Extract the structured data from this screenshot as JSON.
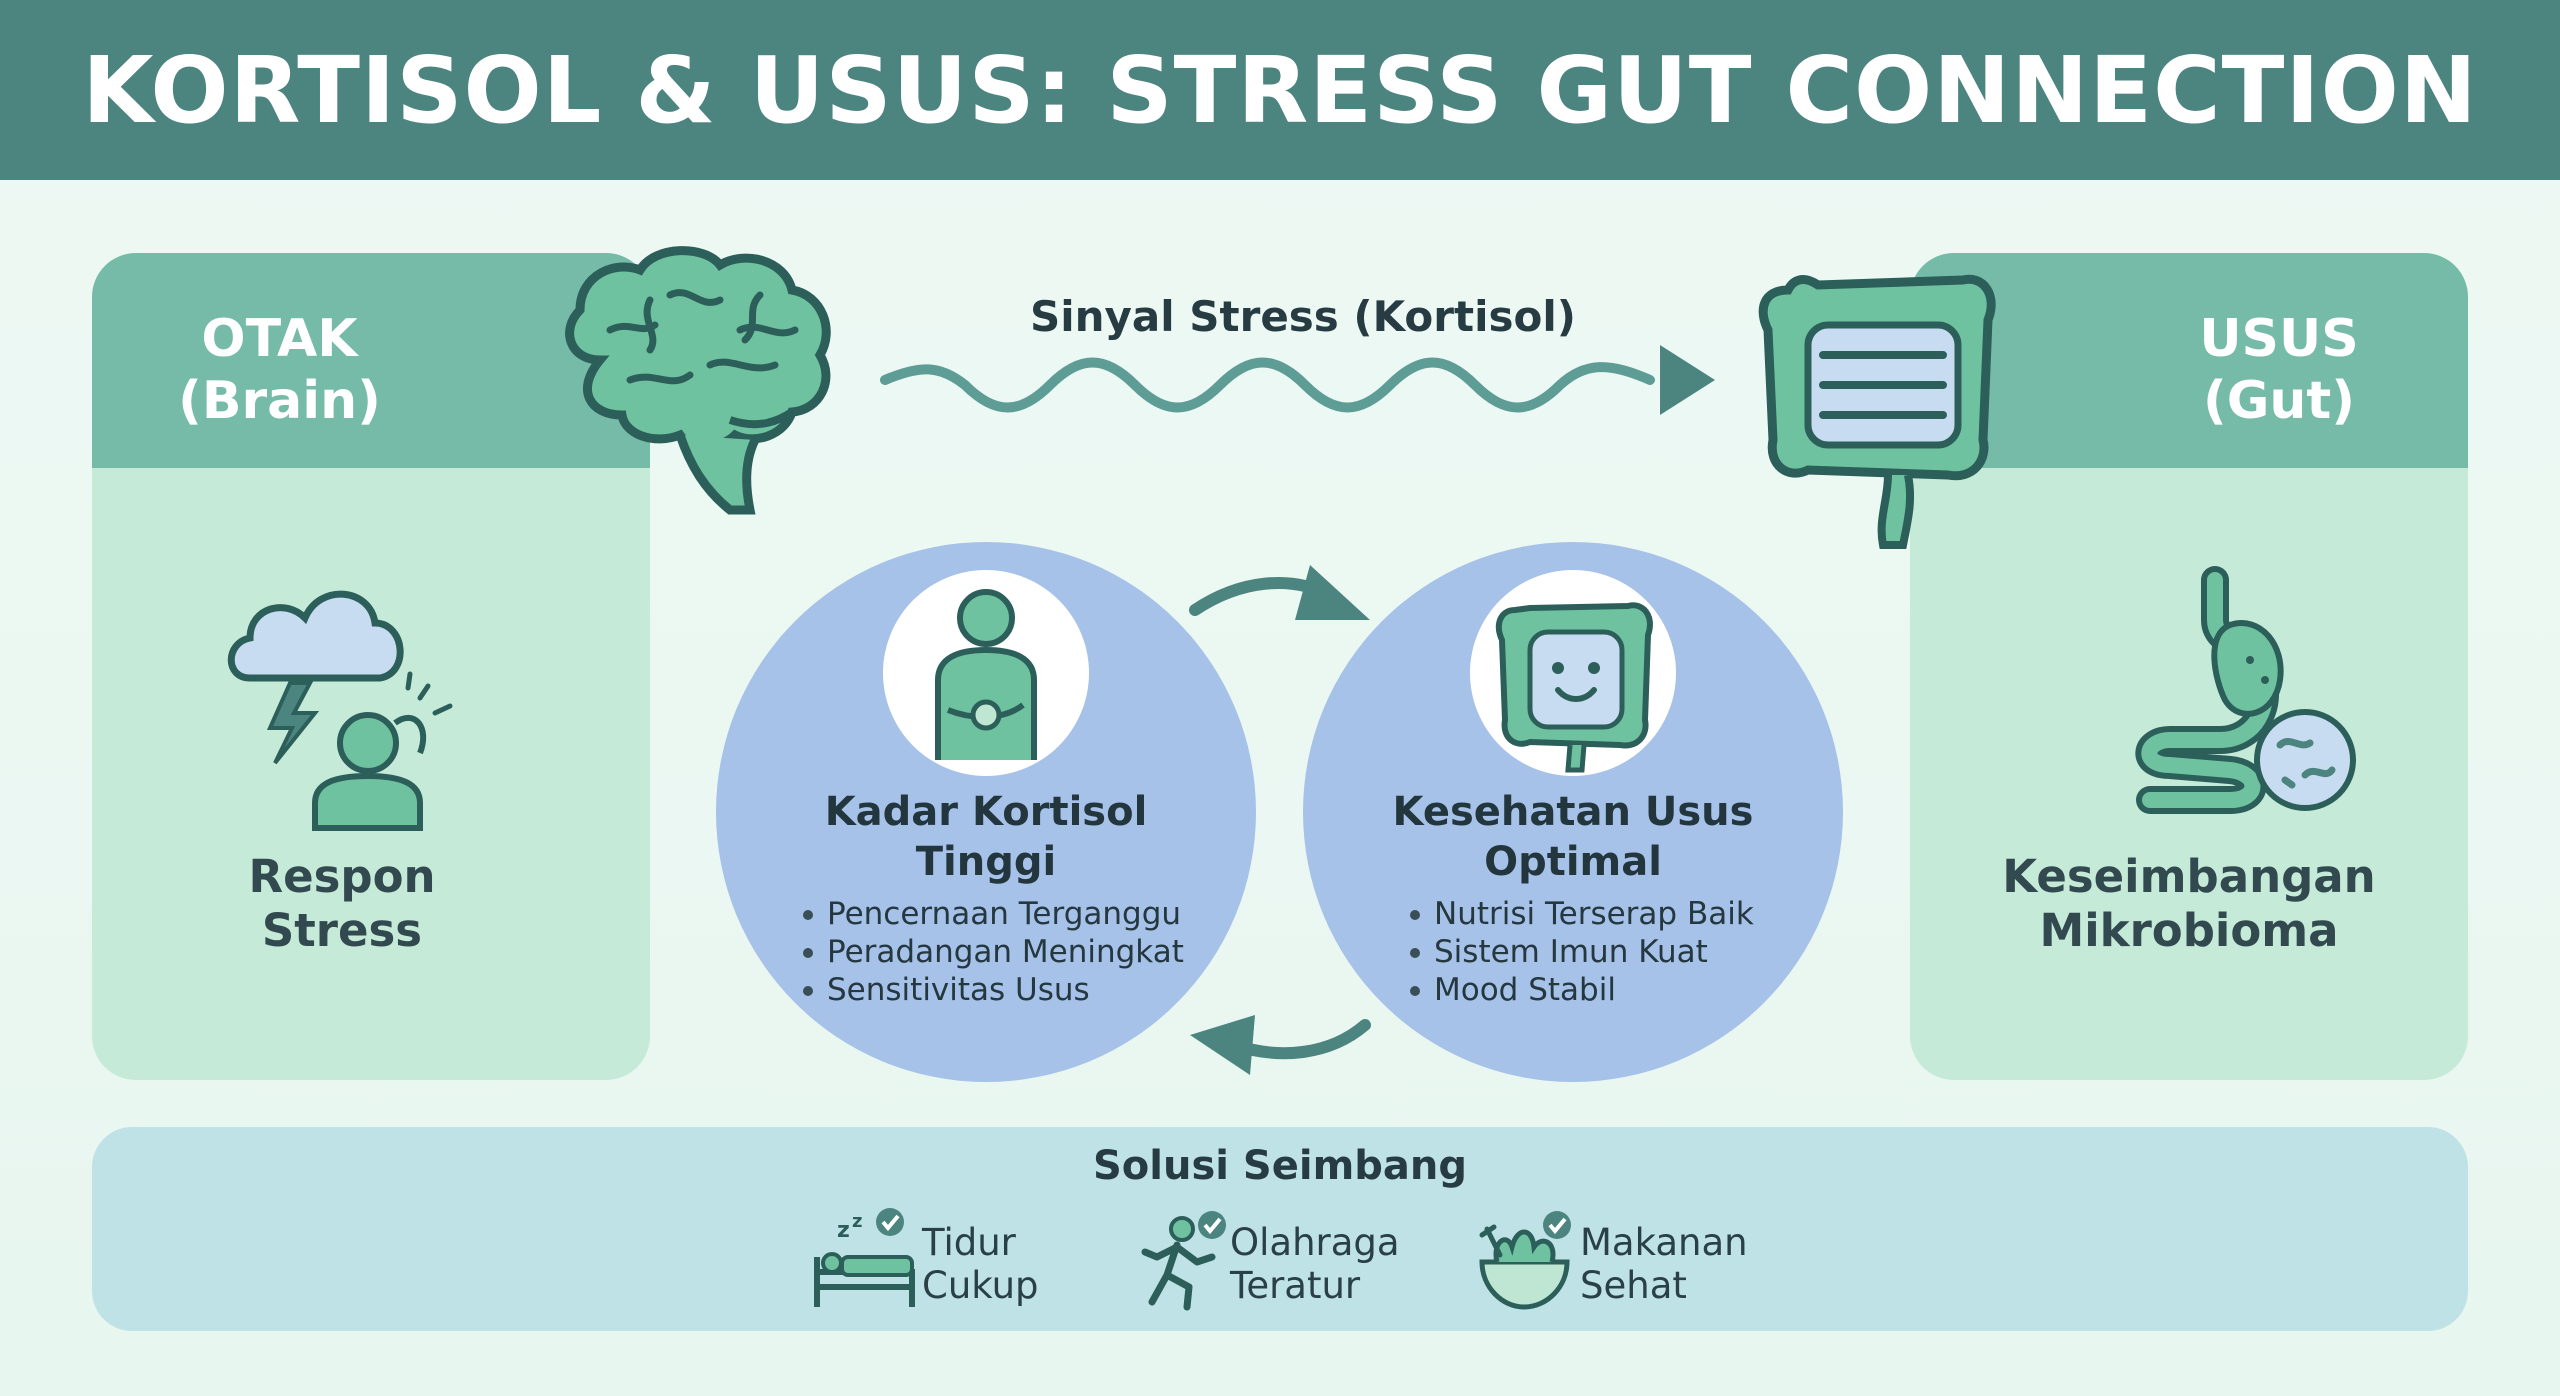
{
  "title": "KORTISOL & USUS: STRESS GUT CONNECTION",
  "brain_panel": {
    "title": "OTAK",
    "subtitle": "(Brain)",
    "label_line1": "Respon",
    "label_line2": "Stress"
  },
  "gut_panel": {
    "title": "USUS",
    "subtitle": "(Gut)",
    "label_line1": "Keseimbangan",
    "label_line2": "Mikrobioma"
  },
  "signal": {
    "label": "Sinyal Stress (Kortisol)"
  },
  "cycle": {
    "high_cortisol": {
      "title_line1": "Kadar Kortisol",
      "title_line2": "Tinggi",
      "bullets": [
        "Pencernaan Terganggu",
        "Peradangan Meningkat",
        "Sensitivitas Usus"
      ]
    },
    "healthy_gut": {
      "title_line1": "Kesehatan Usus",
      "title_line2": "Optimal",
      "bullets": [
        "Nutrisi Terserap Baik",
        "Sistem Imun Kuat",
        "Mood Stabil"
      ]
    }
  },
  "solutions": {
    "title": "Solusi Seimbang",
    "items": [
      {
        "line1": "Tidur",
        "line2": "Cukup",
        "icon": "sleep-icon"
      },
      {
        "line1": "Olahraga",
        "line2": "Teratur",
        "icon": "running-icon"
      },
      {
        "line1": "Makanan",
        "line2": "Sehat",
        "icon": "healthy-food-icon"
      }
    ]
  },
  "colors": {
    "header": "#4c847f",
    "panel_head": "#75bba8",
    "panel_body": "#c5ebd8",
    "circle": "#a6c2e8",
    "solutions_bar": "#bfe2e6",
    "icon_green": "#6fc29f",
    "icon_outline": "#2c5f5a"
  }
}
